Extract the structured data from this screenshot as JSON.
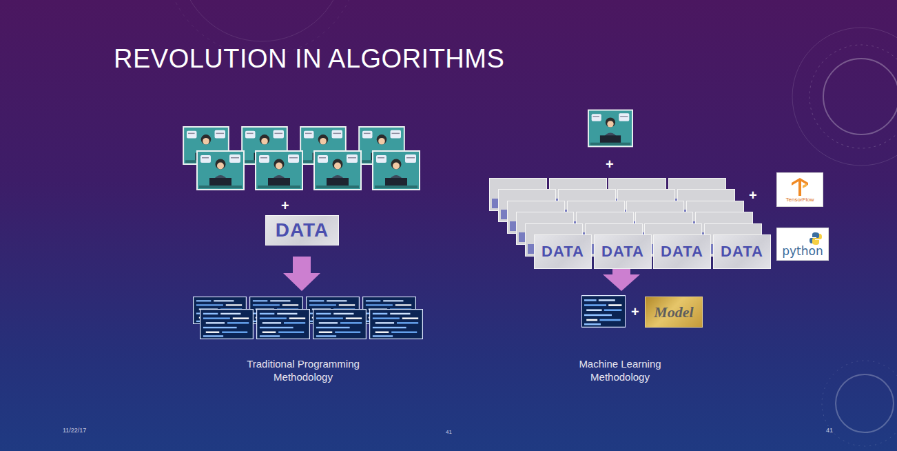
{
  "diagram": {
    "title": "REVOLUTION IN ALGORITHMS",
    "nodes": [
      {
        "text": [
          "DATA"
        ]
      },
      {
        "text": [
          "DATA"
        ]
      },
      {
        "text": [
          "DATA"
        ]
      },
      {
        "text": [
          "DATA"
        ]
      },
      {
        "text": [
          "DATA"
        ]
      },
      {
        "text": [
          "TensorFlow"
        ]
      },
      {
        "text": [
          "python"
        ]
      },
      {
        "text": [
          "Model"
        ]
      }
    ],
    "labels": [
      "+",
      "+",
      "+",
      "+",
      "Traditional Programming Methodology",
      "Machine Learning Methodology",
      "11/22/17",
      "41",
      "41"
    ]
  }
}
